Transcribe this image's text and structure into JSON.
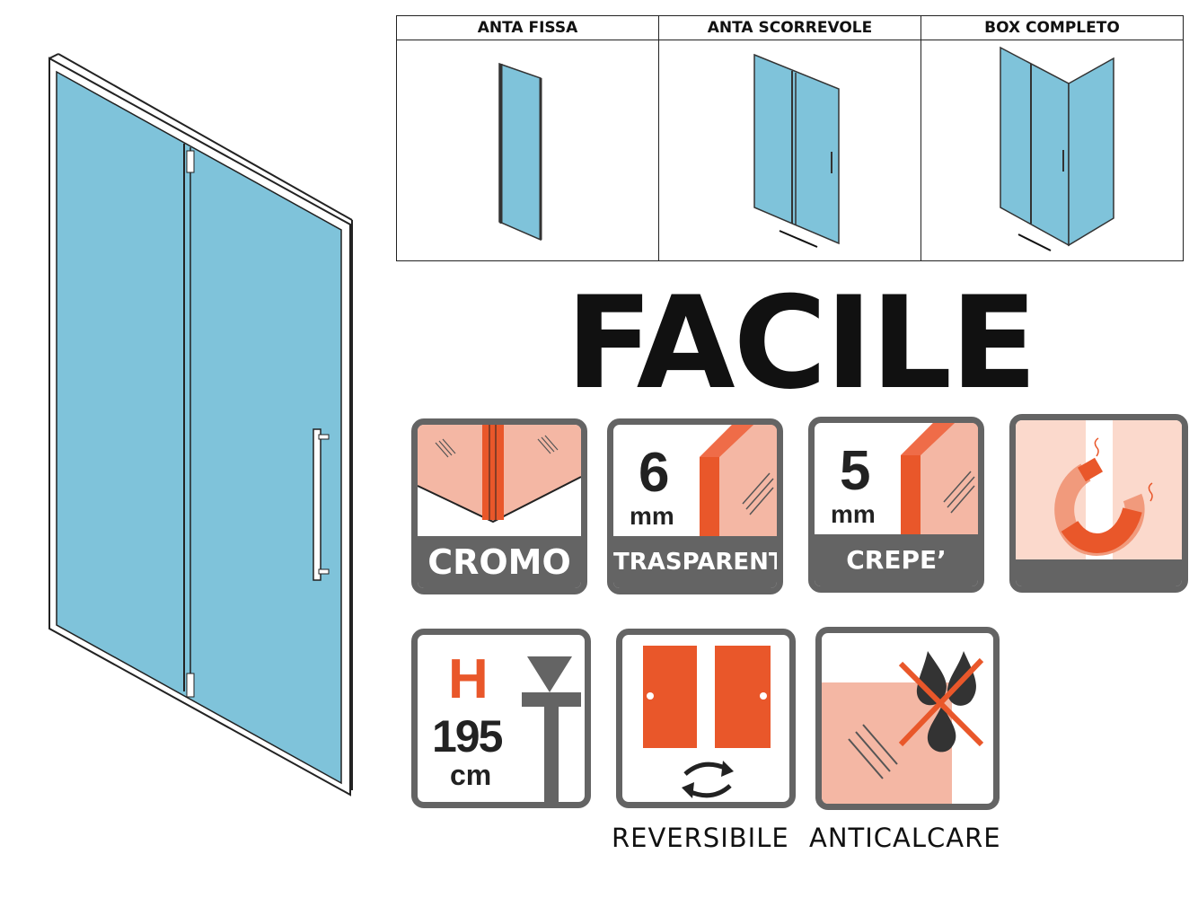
{
  "table": {
    "columns": [
      "ANTA FISSA",
      "ANTA SCORREVOLE",
      "BOX COMPLETO"
    ]
  },
  "title": "FACILE",
  "features": {
    "cromo": {
      "label": "CROMO"
    },
    "trasparente": {
      "value": "6",
      "unit": "mm",
      "label": "TRASPARENTE"
    },
    "crepe": {
      "value": "5",
      "unit": "mm",
      "label": "CREPE’"
    },
    "magnet": {},
    "height": {
      "letter": "H",
      "value": "195",
      "unit": "cm"
    },
    "reversibile": {
      "label": "REVERSIBILE"
    },
    "anticalcare": {
      "label": "ANTICALCARE"
    }
  },
  "colors": {
    "glass": "#7fc3da",
    "orange": "#e9572a",
    "salmon": "#f4b7a4",
    "gray": "#646464"
  }
}
